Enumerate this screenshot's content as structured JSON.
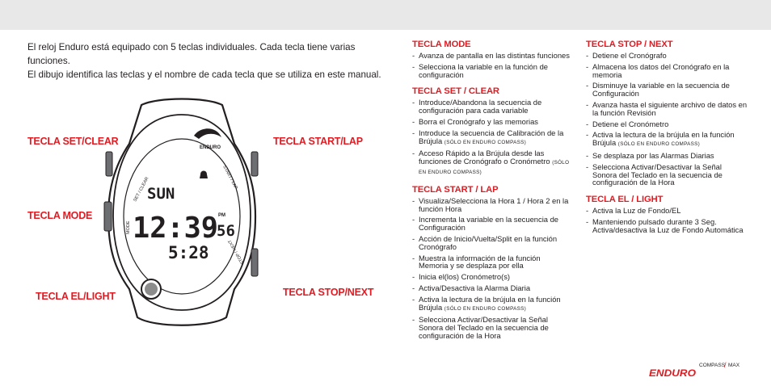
{
  "intro": [
    "El reloj Enduro está equipado con 5 teclas individuales. Cada tecla tiene varias funciones.",
    "El dibujo identifica las teclas y el nombre de cada tecla que se utiliza en este manual."
  ],
  "callouts": {
    "set_clear": "TECLA SET/CLEAR",
    "mode": "TECLA MODE",
    "el_light": "TECLA EL/LIGHT",
    "start_lap": "TECLA START/LAP",
    "stop_next": "TECLA STOP/NEXT"
  },
  "watch": {
    "logo_text": "ENDURO",
    "bezel_set_clear": "SET / CLEAR",
    "bezel_start_lap": "START / LAP",
    "bezel_mode": "MODE",
    "bezel_stop_next": "STOP / NEXT",
    "display_day": "SUN",
    "display_time": "12:39",
    "display_pm": "PM",
    "display_seconds": "56",
    "display_date": "5:28"
  },
  "sections": {
    "mode": {
      "title": "TECLA MODE",
      "items": [
        "Avanza de pantalla en las distintas funciones",
        "Selecciona la variable en la función de configuración"
      ]
    },
    "set_clear": {
      "title": "TECLA SET / CLEAR",
      "items": [
        "Introduce/Abandona la secuencia de configuración para cada variable",
        "Borra el Cronógrafo y las memorias",
        "Introduce la secuencia de Calibración de la Brújula",
        "Acceso Rápido a la Brújula desde las funciones de Cronógrafo o Cronómetro"
      ],
      "note_item3": "(sólo en enduro compass)",
      "note_item4": "(sólo en enduro compass)"
    },
    "start_lap": {
      "title": "TECLA START / LAP",
      "items": [
        "Visualiza/Selecciona la Hora 1 / Hora 2 en la función Hora",
        "Incrementa la variable en la secuencia de Configuración",
        "Acción de Inicio/Vuelta/Split en la función Cronógrafo",
        "Muestra la información de la función Memoria y se desplaza por ella",
        "Inicia el(los) Cronómetro(s)",
        "Activa/Desactiva la Alarma Diaria",
        "Activa la lectura de la brújula en la función Brújula",
        "Selecciona Activar/Desactivar la Señal Sonora del Teclado en la secuencia de configuración de la Hora"
      ],
      "note_item7": "(sólo en enduro compass)"
    },
    "stop_next": {
      "title": "TECLA STOP / NEXT",
      "items": [
        "Detiene el Cronógrafo",
        "Almacena los datos del Cronógrafo en la memoria",
        "Disminuye la variable en la secuencia de Configuración",
        "Avanza hasta el siguiente archivo de datos en la función Revisión",
        "Detiene el Cronómetro",
        "Activa la lectura de la brújula en la función Brújula",
        "Se desplaza por las Alarmas Diarias",
        "Selecciona Activar/Desactivar la Señal Sonora del Teclado en la secuencia de configuración de la Hora"
      ],
      "note_item6": "(sólo en enduro compass)"
    },
    "el_light": {
      "title": "TECLA EL / LIGHT",
      "items": [
        "Activa la Luz de Fondo/EL",
        "Manteniendo pulsado durante 3 Seg. Activa/desactiva la Luz de Fondo Automática"
      ]
    }
  },
  "brand": {
    "name": "ENDURO",
    "compass": "COMPASS",
    "slash": "/",
    "max": "MAX"
  },
  "colors": {
    "accent_red": "#e11b22",
    "text": "#231f20",
    "top_band": "#e8e8e8"
  }
}
